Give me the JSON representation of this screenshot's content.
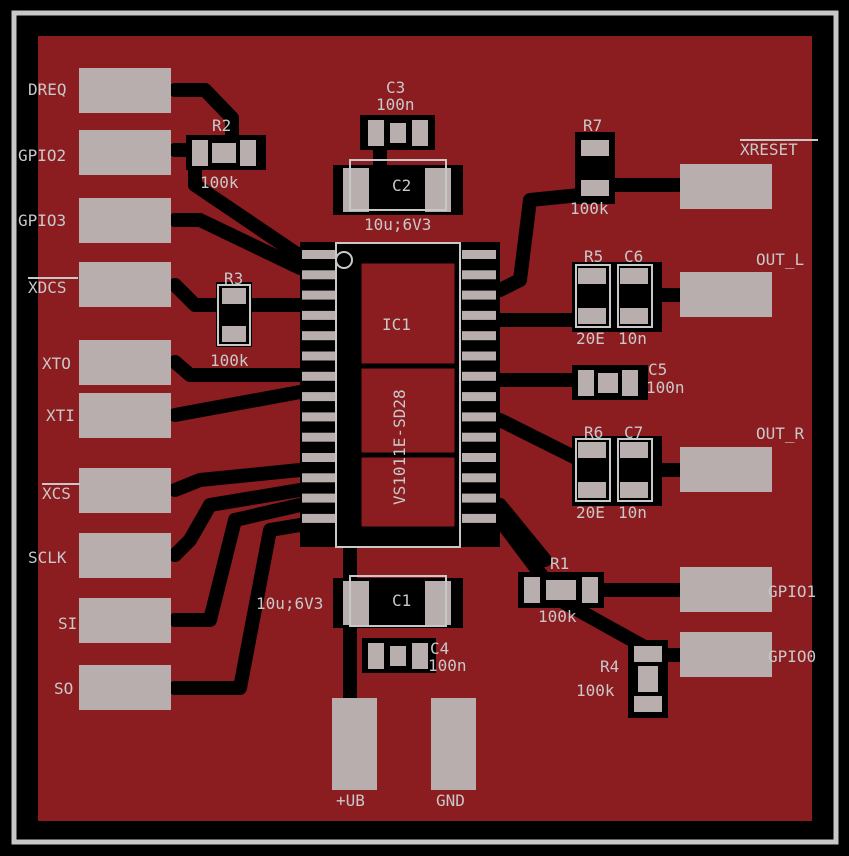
{
  "colors": {
    "copper": "#8b1c20",
    "pad": "#b8aeae",
    "outline": "#c8c8c8",
    "background": "#000000"
  },
  "ic": {
    "name": "IC1",
    "value": "VS1011E-SD28"
  },
  "connectors_left": [
    "DREQ",
    "GPIO2",
    "GPIO3",
    "XDCS",
    "XTO",
    "XTI",
    "XCS",
    "SCLK",
    "SI",
    "SO"
  ],
  "connectors_right": [
    "XRESET",
    "OUT_L",
    "OUT_R",
    "GPIO1",
    "GPIO0"
  ],
  "connectors_bottom": [
    "+UB",
    "GND"
  ],
  "parts": {
    "C3": "100n",
    "C2": "10u;6V3",
    "R2": "100k",
    "R3": "100k",
    "R7": "100k",
    "R5": "20E",
    "C6": "10n",
    "C5": "100n",
    "R6": "20E",
    "C7": "10n",
    "C1": "10u;6V3",
    "C4": "100n",
    "R1": "100k",
    "R4": "100k"
  },
  "labels": {
    "C3": "C3",
    "C2": "C2",
    "R2": "R2",
    "R3": "R3",
    "R7": "R7",
    "R5": "R5",
    "C6": "C6",
    "C5": "C5",
    "R6": "R6",
    "C7": "C7",
    "C1": "C1",
    "C4": "C4",
    "R1": "R1",
    "R4": "R4"
  }
}
